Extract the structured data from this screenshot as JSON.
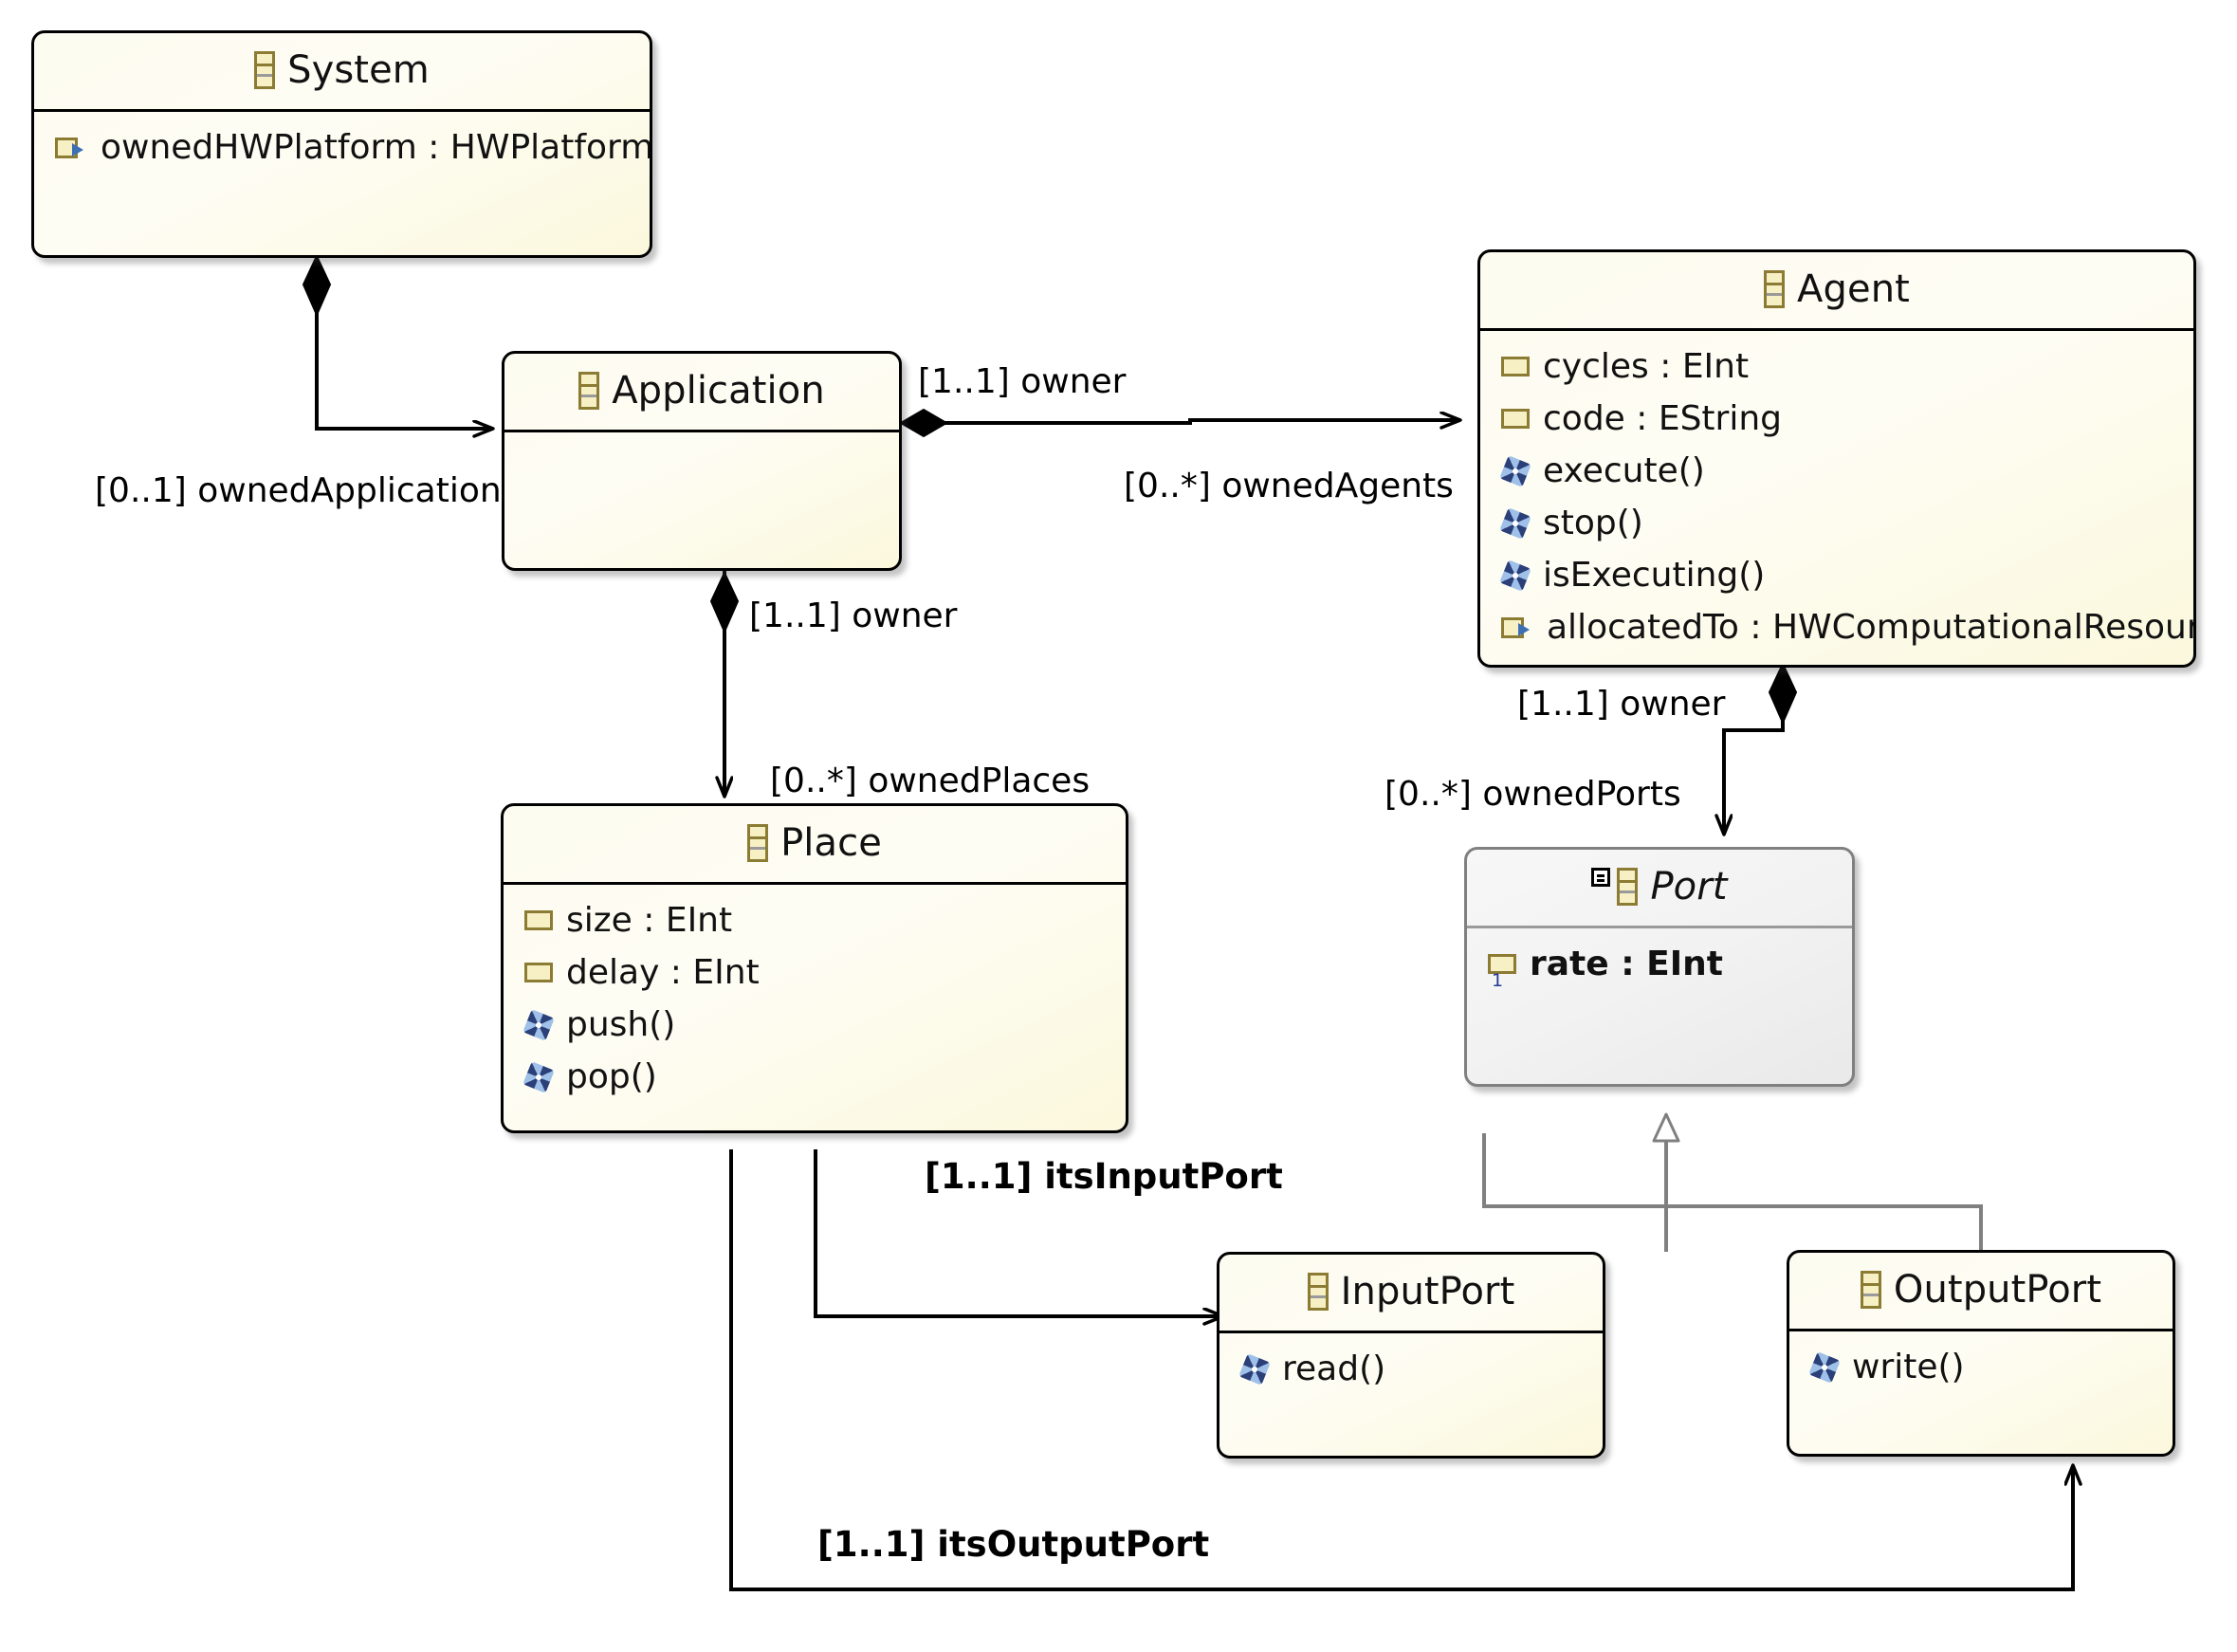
{
  "diagram": {
    "type": "uml-class-diagram",
    "title": "",
    "colors": {
      "class_fill": "#fefdf2",
      "class_border": "#000000",
      "abstract_fill": "#f0f0f0",
      "abstract_border": "#808080",
      "edge": "#000000",
      "generalization_edge": "#808080",
      "icon_gold": "#8b7b33",
      "icon_blue": "#2b3f79"
    }
  },
  "classes": [
    {
      "id": "system",
      "name": "System",
      "abstract": false,
      "icon": "class-icon",
      "members": [
        {
          "text": "ownedHWPlatform : HWPlatform",
          "icon": "reference-icon",
          "kind": "reference",
          "bold": false
        }
      ]
    },
    {
      "id": "application",
      "name": "Application",
      "abstract": false,
      "icon": "class-icon",
      "members": []
    },
    {
      "id": "agent",
      "name": "Agent",
      "abstract": false,
      "icon": "class-icon",
      "members": [
        {
          "text": "cycles : EInt",
          "icon": "attribute-icon",
          "kind": "attribute",
          "bold": false
        },
        {
          "text": "code : EString",
          "icon": "attribute-icon",
          "kind": "attribute",
          "bold": false
        },
        {
          "text": "execute()",
          "icon": "operation-icon",
          "kind": "operation",
          "bold": false
        },
        {
          "text": "stop()",
          "icon": "operation-icon",
          "kind": "operation",
          "bold": false
        },
        {
          "text": "isExecuting()",
          "icon": "operation-icon",
          "kind": "operation",
          "bold": false
        },
        {
          "text": "allocatedTo : HWComputationalResource",
          "icon": "reference-icon",
          "kind": "reference",
          "bold": false
        }
      ]
    },
    {
      "id": "place",
      "name": "Place",
      "abstract": false,
      "icon": "class-icon",
      "members": [
        {
          "text": "size : EInt",
          "icon": "attribute-icon",
          "kind": "attribute",
          "bold": false
        },
        {
          "text": "delay : EInt",
          "icon": "attribute-icon",
          "kind": "attribute",
          "bold": false
        },
        {
          "text": "push()",
          "icon": "operation-icon",
          "kind": "operation",
          "bold": false
        },
        {
          "text": "pop()",
          "icon": "operation-icon",
          "kind": "operation",
          "bold": false
        }
      ]
    },
    {
      "id": "port",
      "name": "Port",
      "abstract": true,
      "icon": "class-icon",
      "members": [
        {
          "text": "rate : EInt",
          "icon": "attribute-one-icon",
          "kind": "attribute",
          "bold": true
        }
      ]
    },
    {
      "id": "inputport",
      "name": "InputPort",
      "abstract": false,
      "icon": "class-icon",
      "members": [
        {
          "text": "read()",
          "icon": "operation-icon",
          "kind": "operation",
          "bold": false
        }
      ]
    },
    {
      "id": "outputport",
      "name": "OutputPort",
      "abstract": false,
      "icon": "class-icon",
      "members": [
        {
          "text": "write()",
          "icon": "operation-icon",
          "kind": "operation",
          "bold": false
        }
      ]
    }
  ],
  "edges": [
    {
      "id": "owned-application",
      "label": "[0..1] ownedApplication",
      "from": "system",
      "to": "application",
      "kind": "composition",
      "bold": false
    },
    {
      "id": "agent-owner",
      "label": "[1..1] owner",
      "from": "agent",
      "to": "application",
      "kind": "composition",
      "bold": false
    },
    {
      "id": "owned-agents",
      "label": "[0..*] ownedAgents",
      "from": "application",
      "to": "agent",
      "kind": "composition",
      "bold": false
    },
    {
      "id": "place-owner",
      "label": "[1..1] owner",
      "from": "place",
      "to": "application",
      "kind": "composition",
      "bold": false
    },
    {
      "id": "owned-places",
      "label": "[0..*] ownedPlaces",
      "from": "application",
      "to": "place",
      "kind": "composition",
      "bold": false
    },
    {
      "id": "port-owner",
      "label": "[1..1] owner",
      "from": "port",
      "to": "agent",
      "kind": "composition",
      "bold": false
    },
    {
      "id": "owned-ports",
      "label": "[0..*] ownedPorts",
      "from": "agent",
      "to": "port",
      "kind": "composition",
      "bold": false
    },
    {
      "id": "its-input-port",
      "label": "[1..1] itsInputPort",
      "from": "place",
      "to": "inputport",
      "kind": "association",
      "bold": true
    },
    {
      "id": "its-output-port",
      "label": "[1..1] itsOutputPort",
      "from": "place",
      "to": "outputport",
      "kind": "association",
      "bold": true
    },
    {
      "id": "inputport-generalization",
      "label": "",
      "from": "inputport",
      "to": "port",
      "kind": "generalization",
      "bold": false
    },
    {
      "id": "outputport-generalization",
      "label": "",
      "from": "outputport",
      "to": "port",
      "kind": "generalization",
      "bold": false
    }
  ]
}
